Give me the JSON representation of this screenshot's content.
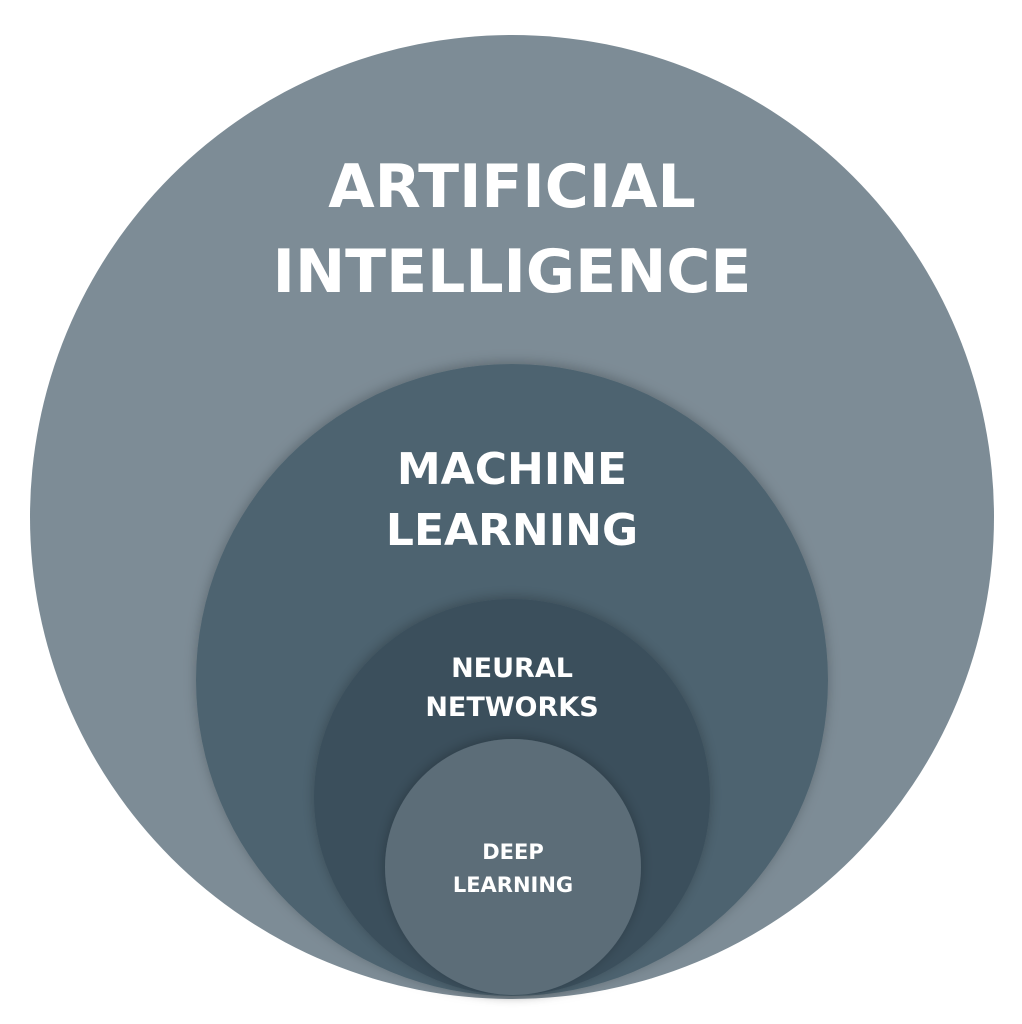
{
  "circles": {
    "ai": {
      "line1": "ARTIFICIAL",
      "line2": "INTELLIGENCE",
      "color": "#7d8c96"
    },
    "ml": {
      "line1": "MACHINE",
      "line2": "LEARNING",
      "color": "#4e6470"
    },
    "nn": {
      "line1": "NEURAL",
      "line2": "NETWORKS",
      "color": "#3b4f5c"
    },
    "dl": {
      "line1": "DEEP",
      "line2": "LEARNING",
      "color": "#5c6d78"
    }
  }
}
